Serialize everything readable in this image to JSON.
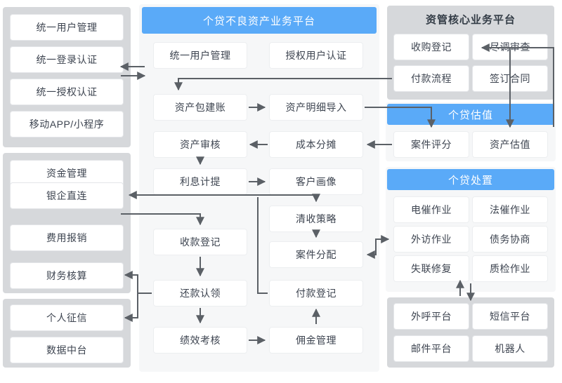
{
  "colors": {
    "blue": "#5aaaf8",
    "panel_gray": "#d6d8db",
    "panel_light": "#f6f7f8",
    "box_text": "#3d4450",
    "wire": "#5b6066"
  },
  "left_column": {
    "groups": [
      {
        "name": "access-group",
        "items": [
          {
            "label": "统一用户管理"
          },
          {
            "label": "统一登录认证"
          },
          {
            "label": "统一授权认证"
          },
          {
            "label": "移动APP/小程序"
          }
        ]
      },
      {
        "name": "finance-group",
        "items": [
          {
            "label": "资金管理"
          },
          {
            "label": "银企直连"
          },
          {
            "label": "费用报销"
          },
          {
            "label": "财务核算"
          }
        ]
      },
      {
        "name": "data-group",
        "items": [
          {
            "label": "个人征信"
          },
          {
            "label": "数据中台"
          }
        ]
      }
    ]
  },
  "center_panel": {
    "title": "个贷不良资产业务平台",
    "boxes": [
      {
        "label": "统一用户管理"
      },
      {
        "label": "授权用户认证"
      },
      {
        "label": "资产包建账"
      },
      {
        "label": "资产明细导入"
      },
      {
        "label": "资产审核"
      },
      {
        "label": "成本分摊"
      },
      {
        "label": "利息计提"
      },
      {
        "label": "客户画像"
      },
      {
        "label": "清收策略"
      },
      {
        "label": "收款登记"
      },
      {
        "label": "案件分配"
      },
      {
        "label": "还款认领"
      },
      {
        "label": "付款登记"
      },
      {
        "label": "绩效考核"
      },
      {
        "label": "佣金管理"
      }
    ]
  },
  "right_column": {
    "core_platform": {
      "title": "资管核心业务平台",
      "items": [
        {
          "label": "收购登记"
        },
        {
          "label": "尽调审查"
        },
        {
          "label": "付款流程"
        },
        {
          "label": "签订合同"
        }
      ]
    },
    "valuation": {
      "title": "个贷估值",
      "items": [
        {
          "label": "案件评分"
        },
        {
          "label": "资产估值"
        }
      ]
    },
    "disposal": {
      "title": "个贷处置",
      "items": [
        {
          "label": "电催作业"
        },
        {
          "label": "法催作业"
        },
        {
          "label": "外访作业"
        },
        {
          "label": "债务协商"
        },
        {
          "label": "失联修复"
        },
        {
          "label": "质检作业"
        }
      ]
    },
    "channels": {
      "items": [
        {
          "label": "外呼平台"
        },
        {
          "label": "短信平台"
        },
        {
          "label": "邮件平台"
        },
        {
          "label": "机器人"
        }
      ]
    }
  }
}
